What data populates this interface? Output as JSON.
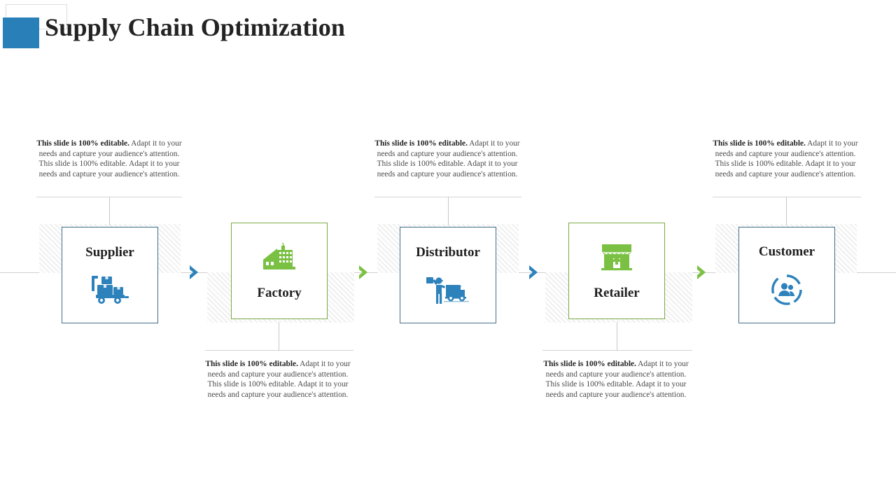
{
  "slide": {
    "title": "Supply Chain Optimization",
    "accent_blue": "#2980b9",
    "accent_green": "#7ac143",
    "border_blue": "#3f6f88",
    "border_green": "#7aaa45",
    "background": "#ffffff"
  },
  "caption_text": {
    "lead": "This slide is 100% editable.",
    "body": " Adapt it to your needs and capture your audience's attention. This slide is 100% editable. Adapt it to your needs and capture your audience's attention."
  },
  "nodes": [
    {
      "id": "supplier",
      "label": "Supplier",
      "color": "blue",
      "icon": "delivery-truck-boxes-icon",
      "order": "label-first",
      "caption_position": "top"
    },
    {
      "id": "factory",
      "label": "Factory",
      "color": "green",
      "icon": "factory-building-icon",
      "order": "icon-first",
      "caption_position": "bottom"
    },
    {
      "id": "distributor",
      "label": "Distributor",
      "color": "blue",
      "icon": "delivery-person-van-icon",
      "order": "label-first",
      "caption_position": "top"
    },
    {
      "id": "retailer",
      "label": "Retailer",
      "color": "green",
      "icon": "storefront-shop-icon",
      "order": "icon-first",
      "caption_position": "bottom"
    },
    {
      "id": "customer",
      "label": "Customer",
      "color": "blue",
      "icon": "customer-people-circle-icon",
      "order": "label-first",
      "caption_position": "top"
    }
  ],
  "arrows": [
    {
      "id": "arrow-supplier-factory",
      "color": "blue"
    },
    {
      "id": "arrow-factory-distributor",
      "color": "green"
    },
    {
      "id": "arrow-distributor-retailer",
      "color": "blue"
    },
    {
      "id": "arrow-retailer-customer",
      "color": "green"
    }
  ]
}
